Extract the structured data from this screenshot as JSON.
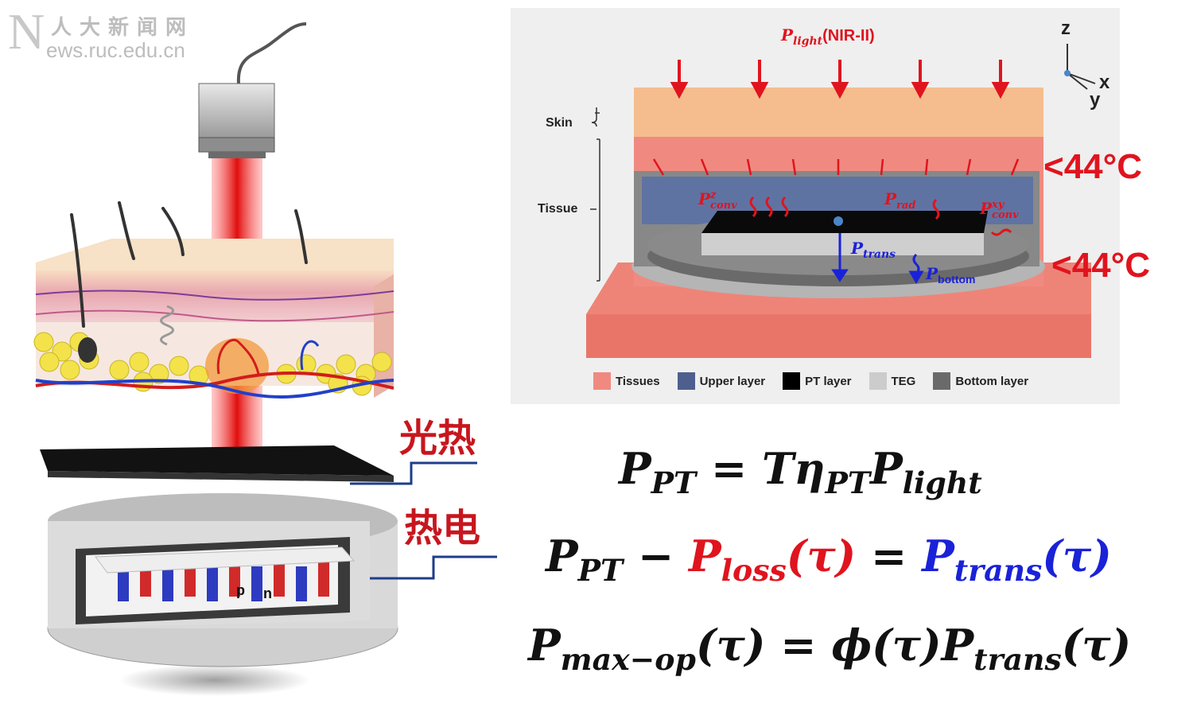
{
  "watermark": {
    "letter": "N",
    "chinese": "人大新闻网",
    "url": "ews.ruc.edu.cn"
  },
  "labels": {
    "photothermal": "光热",
    "thermoelectric": "热电",
    "p_leg": "p",
    "n_leg": "n"
  },
  "equations": {
    "eq1": {
      "lhs": "P",
      "lhs_sub": "PT",
      "eq": "=",
      "rhs_a": "Tη",
      "rhs_a_sub": "PT",
      "rhs_b": "P",
      "rhs_b_sub": "light"
    },
    "eq2": {
      "a": "P",
      "a_sub": "PT",
      "minus": "−",
      "b": "P",
      "b_sub": "loss",
      "b_arg": "(τ)",
      "eq": "=",
      "c": "P",
      "c_sub": "trans",
      "c_arg": "(τ)"
    },
    "eq3": {
      "a": "P",
      "a_sub": "max−op",
      "a_arg": "(τ)",
      "eq": "=",
      "b": "ϕ(τ)P",
      "b_sub": "trans",
      "b_arg": "(τ)"
    }
  },
  "panel": {
    "light_label": "P",
    "light_sub": "light",
    "light_suffix": "(NIR-II)",
    "skin": "Skin",
    "tissue": "Tissue",
    "axis_z": "z",
    "axis_x": "x",
    "axis_y": "y",
    "temp_top": "<44°C",
    "temp_bottom": "<44°C",
    "p_conv_z": "P",
    "p_conv_z_sup": "z",
    "p_conv_z_sub": "conv",
    "p_rad": "P",
    "p_rad_sub": "rad",
    "p_conv_xy": "P",
    "p_conv_xy_sup": "xy",
    "p_conv_xy_sub": "conv",
    "p_trans": "P",
    "p_trans_sub": "trans",
    "p_bottom": "P",
    "p_bottom_sub": "bottom",
    "legend": [
      {
        "label": "Tissues",
        "color": "#f08a80"
      },
      {
        "label": "Upper layer",
        "color": "#4e5f8f"
      },
      {
        "label": "PT layer",
        "color": "#000000"
      },
      {
        "label": "TEG",
        "color": "#cccccc"
      },
      {
        "label": "Bottom layer",
        "color": "#6a6a6a"
      }
    ]
  },
  "colors": {
    "accent_red": "#e0141e",
    "accent_blue": "#1a22d8",
    "label_red": "#c8161e"
  }
}
